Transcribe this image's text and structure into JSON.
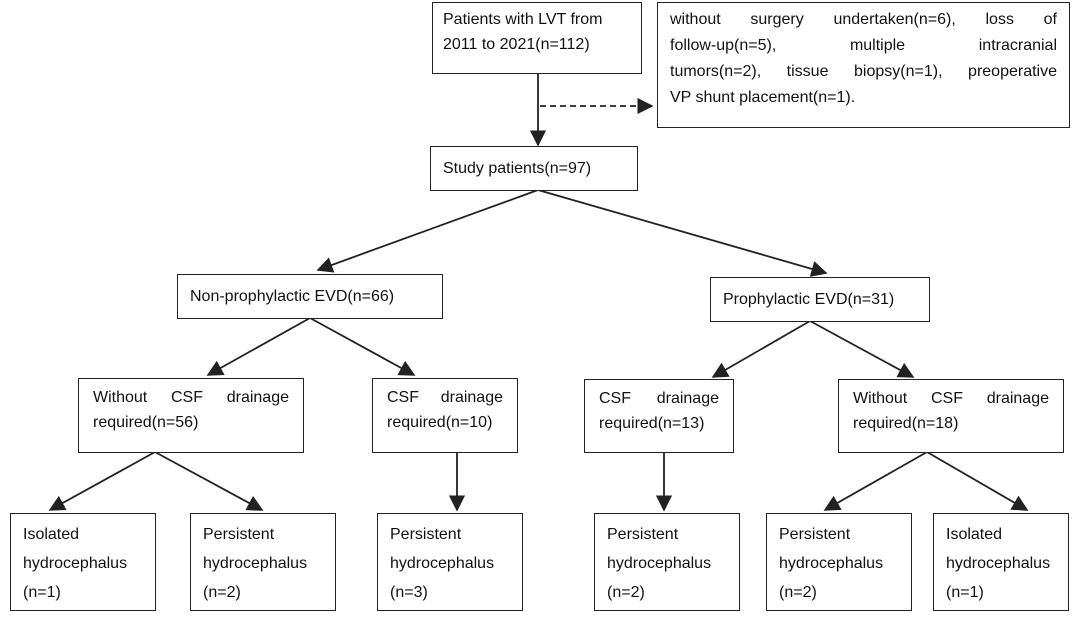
{
  "nodes": {
    "all_patients": {
      "line1": "Patients with LVT from",
      "line2": "2011 to 2021(n=112)"
    },
    "excluded": {
      "line1": "without   surgery   undertaken(n=6),   loss   of",
      "line2": "follow-up(n=5),        multiple        intracranial",
      "line3": "tumors(n=2),  tissue  biopsy(n=1),  preoperative",
      "line4": "VP shunt placement(n=1)."
    },
    "study": {
      "line1": "Study patients(n=97)"
    },
    "non_prophylactic": {
      "line1": "Non-prophylactic EVD(n=66)"
    },
    "prophylactic": {
      "line1": "Prophylactic EVD(n=31)"
    },
    "np_without": {
      "line1": "Without   CSF   drainage",
      "line2": "required(n=56)"
    },
    "np_with": {
      "line1": "CSF     drainage",
      "line2": "required(n=10)"
    },
    "p_with": {
      "line1": "CSF     drainage",
      "line2": "required(n=13)"
    },
    "p_without": {
      "line1": "Without   CSF   drainage",
      "line2": "required(n=18)"
    },
    "leaf1": {
      "line1": "Isolated",
      "line2": "hydrocephalus",
      "line3": "(n=1)"
    },
    "leaf2": {
      "line1": "Persistent",
      "line2": "hydrocephalus",
      "line3": "(n=2)"
    },
    "leaf3": {
      "line1": "Persistent",
      "line2": "hydrocephalus",
      "line3": "(n=3)"
    },
    "leaf4": {
      "line1": "Persistent",
      "line2": "hydrocephalus",
      "line3": "(n=2)"
    },
    "leaf5": {
      "line1": "Persistent",
      "line2": "hydrocephalus",
      "line3": "(n=2)"
    },
    "leaf6": {
      "line1": "Isolated",
      "line2": "hydrocephalus",
      "line3": "(n=1)"
    }
  },
  "colors": {
    "stroke": "#222222",
    "background": "#ffffff",
    "text": "#111111"
  }
}
